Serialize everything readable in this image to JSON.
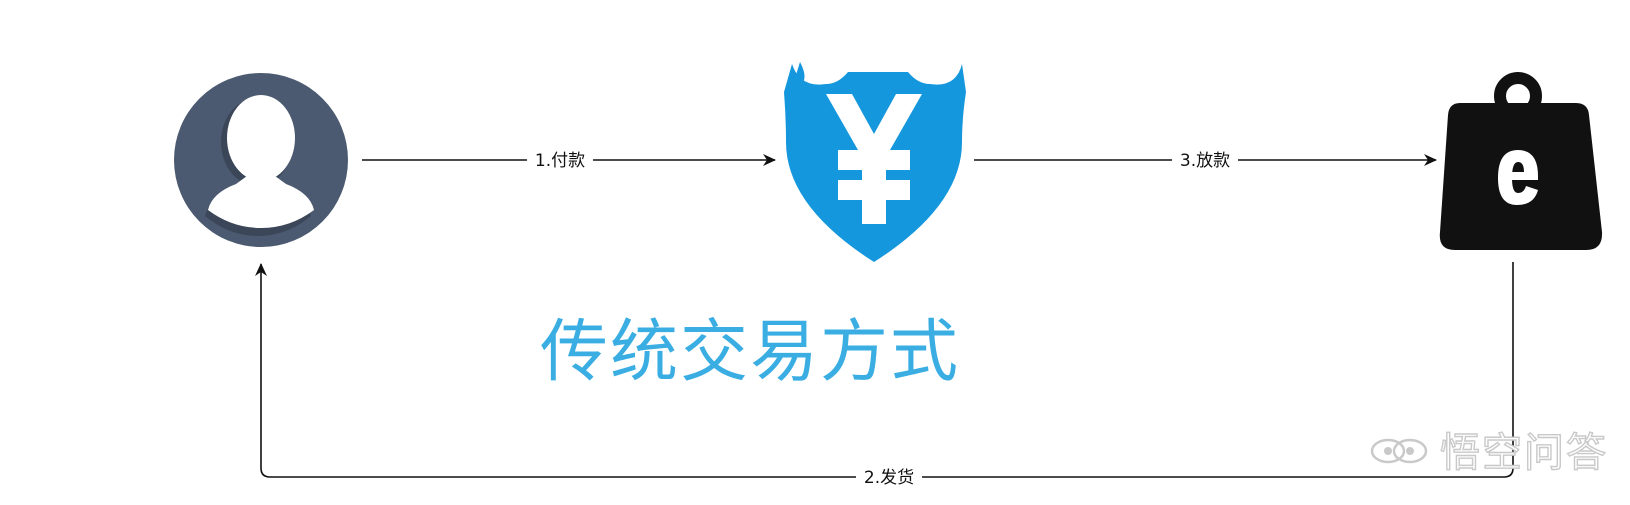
{
  "title": "传统交易方式",
  "nodes": {
    "buyer": {
      "icon": "user-avatar-icon",
      "color": "#4b5a70"
    },
    "escrow": {
      "icon": "yuan-shield-icon",
      "color": "#1497dd"
    },
    "seller": {
      "icon": "shopping-bag-e-icon",
      "color": "#111111"
    }
  },
  "edges": {
    "pay": {
      "label": "1.付款"
    },
    "release": {
      "label": "3.放款"
    },
    "ship": {
      "label": "2.发货"
    }
  },
  "watermark": {
    "text": "悟空问答",
    "icon": "wukong-logo-icon"
  },
  "colors": {
    "title": "#3aaee3",
    "line": "#111111"
  }
}
